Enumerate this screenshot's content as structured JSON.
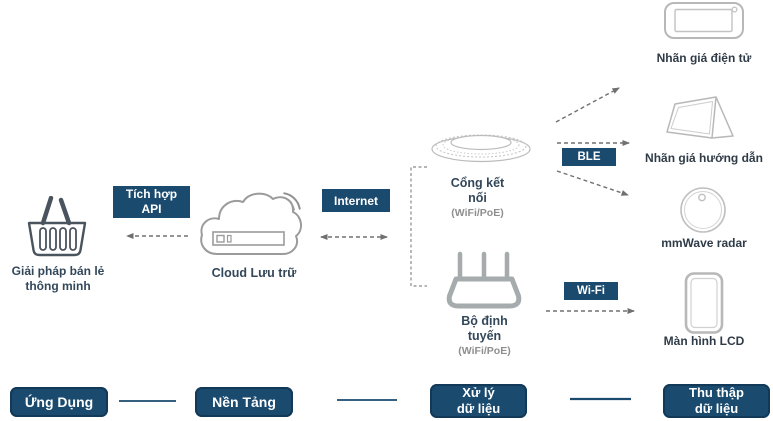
{
  "diagram_title": "Smart retail IoT architecture diagram",
  "colors": {
    "navy": "#1a4a6e",
    "label_navy": "#33475a",
    "icon_gray": "#b8b8b8",
    "arrow_gray": "#707070"
  },
  "nodes": {
    "retail": {
      "line1": "Giải pháp bán lẻ",
      "line2": "thông minh"
    },
    "cloud": {
      "label": "Cloud Lưu trữ"
    },
    "gateway": {
      "line1": "Cổng kết",
      "line2": "nối",
      "sub": "(WiFi/PoE)"
    },
    "router": {
      "line1": "Bộ định",
      "line2": "tuyến",
      "sub": "(WiFi/PoE)"
    },
    "esl": {
      "label": "Nhãn giá điện tử"
    },
    "tent_card": {
      "label": "Nhãn giá hướng dẫn"
    },
    "radar": {
      "label": "mmWave radar"
    },
    "lcd": {
      "label": "Màn hình LCD"
    }
  },
  "links": {
    "api": {
      "line1": "Tích hợp",
      "line2": "API"
    },
    "internet": {
      "label": "Internet"
    },
    "ble": {
      "label": "BLE"
    },
    "wifi": {
      "label": "Wi-Fi"
    }
  },
  "legend": {
    "application": {
      "line1": "Ứng Dụng"
    },
    "platform": {
      "line1": "Nền Tảng"
    },
    "processing": {
      "line1": "Xử lý",
      "line2": "dữ liệu"
    },
    "collection": {
      "line1": "Thu thập",
      "line2": "dữ liệu"
    }
  }
}
